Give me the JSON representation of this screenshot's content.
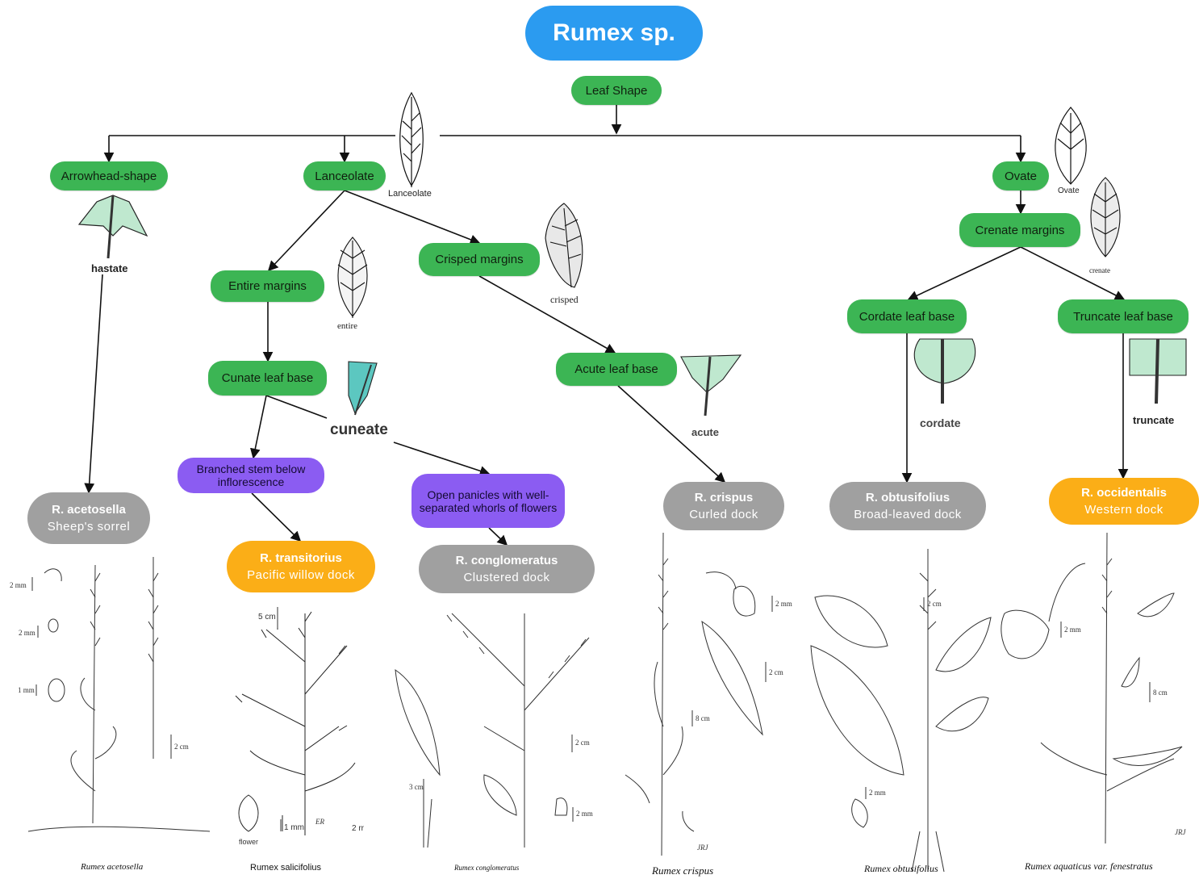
{
  "title": "Rumex sp.",
  "root": "Leaf Shape",
  "leaf_shapes": {
    "arrowhead": "Arrowhead-shape",
    "lanceolate": "Lanceolate",
    "ovate": "Ovate"
  },
  "characters": {
    "entire_margins": "Entire margins",
    "crisped_margins": "Crisped margins",
    "crenate_margins": "Crenate margins",
    "cunate_base": "Cunate leaf base",
    "acute_base": "Acute leaf base",
    "cordate_base": "Cordate leaf base",
    "truncate_base": "Truncate leaf base",
    "branched_stem": "Branched stem below inflorescence",
    "open_panicles": "Open panicles with well-separated whorls of flowers"
  },
  "species": {
    "acetosella": {
      "scientific": "R. acetosella",
      "common": "Sheep's sorrel"
    },
    "transitorius": {
      "scientific": "R. transitorius",
      "common": "Pacific willow dock"
    },
    "conglomeratus": {
      "scientific": "R. conglomeratus",
      "common": "Clustered dock"
    },
    "crispus": {
      "scientific": "R. crispus",
      "common": "Curled dock"
    },
    "obtusifolius": {
      "scientific": "R. obtusifolius",
      "common": "Broad-leaved dock"
    },
    "occidentalis": {
      "scientific": "R. occidentalis",
      "common": "Western dock"
    }
  },
  "icon_labels": {
    "lanceolate": "Lanceolate",
    "ovate": "Ovate",
    "hastate": "hastate",
    "entire": "entire",
    "crisped": "crisped",
    "crenate": "crenate",
    "cuneate": "cuneate",
    "acute": "acute",
    "cordate": "cordate",
    "truncate": "truncate"
  },
  "illustration_captions": {
    "acetosella": "Rumex acetosella",
    "salicifolius": "Rumex salicifolius",
    "conglomeratus": "Rumex conglomeratus",
    "crispus": "Rumex crispus",
    "obtusifolius": "Rumex obtusifolius",
    "aquaticus": "Rumex aquaticus var. fenestratus"
  },
  "scale_labels": {
    "two_mm": "2 mm",
    "one_mm": "1 mm",
    "two_cm": "2 cm",
    "three_cm": "3 cm",
    "five_cm": "5 cm",
    "eight_cm": "8 cm",
    "flower": "flower",
    "salicifolius_right": "2 rr",
    "initials_er": "ER",
    "initials_jrj": "JRJ"
  },
  "colors": {
    "title": "#2b9bf0",
    "character": "#3cb554",
    "inflorescence": "#8b5cf2",
    "species_gray": "#a0a0a0",
    "species_orange": "#fbae17",
    "leaf_fill": "#bfe8cf"
  }
}
